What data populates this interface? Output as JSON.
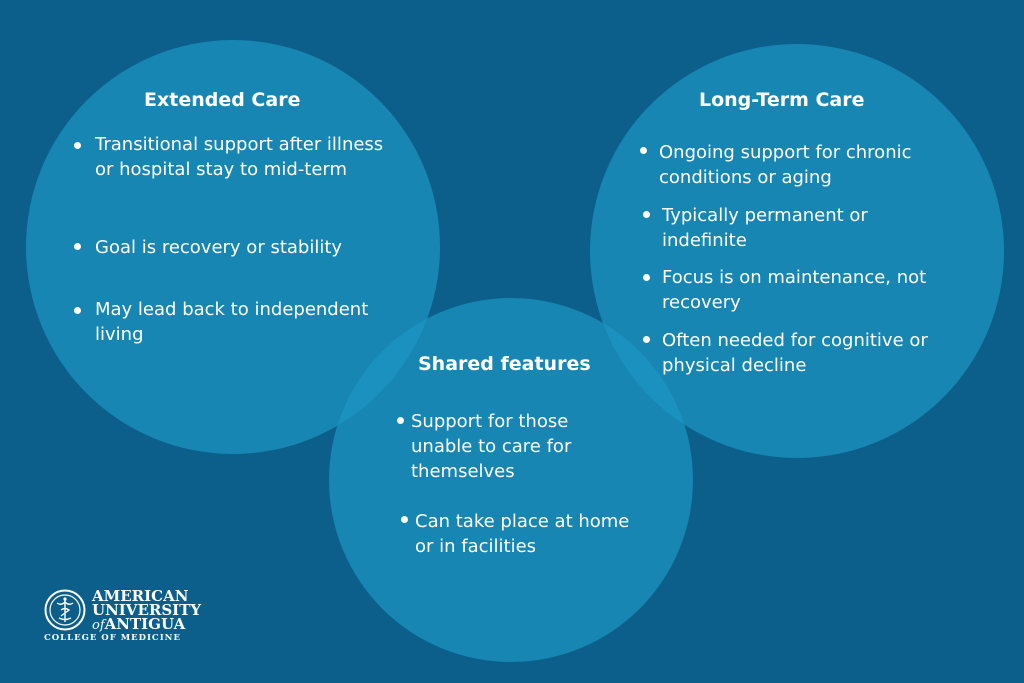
{
  "extended": {
    "title": "Extended Care",
    "items": [
      "Transitional support after illness or hospital stay to mid-term",
      "Goal is recovery or stability",
      "May lead back to independent living"
    ]
  },
  "longterm": {
    "title": "Long-Term Care",
    "items": [
      "Ongoing support for chronic conditions or aging",
      "Typically permanent or indefinite",
      "Focus is on maintenance, not recovery",
      "Often needed for cognitive or physical decline"
    ]
  },
  "shared": {
    "title": "Shared features",
    "items": [
      "Support for those unable to care for themselves",
      "Can take place at home or in facilities"
    ]
  },
  "logo": {
    "line1": "AMERICAN",
    "line2": "UNIVERSITY",
    "line3_prefix": "of",
    "line3": "ANTIGUA",
    "line4": "COLLEGE OF MEDICINE"
  },
  "colors": {
    "background": "#0c5f8a",
    "circle": "#1c96c4",
    "text": "#ffffff"
  }
}
